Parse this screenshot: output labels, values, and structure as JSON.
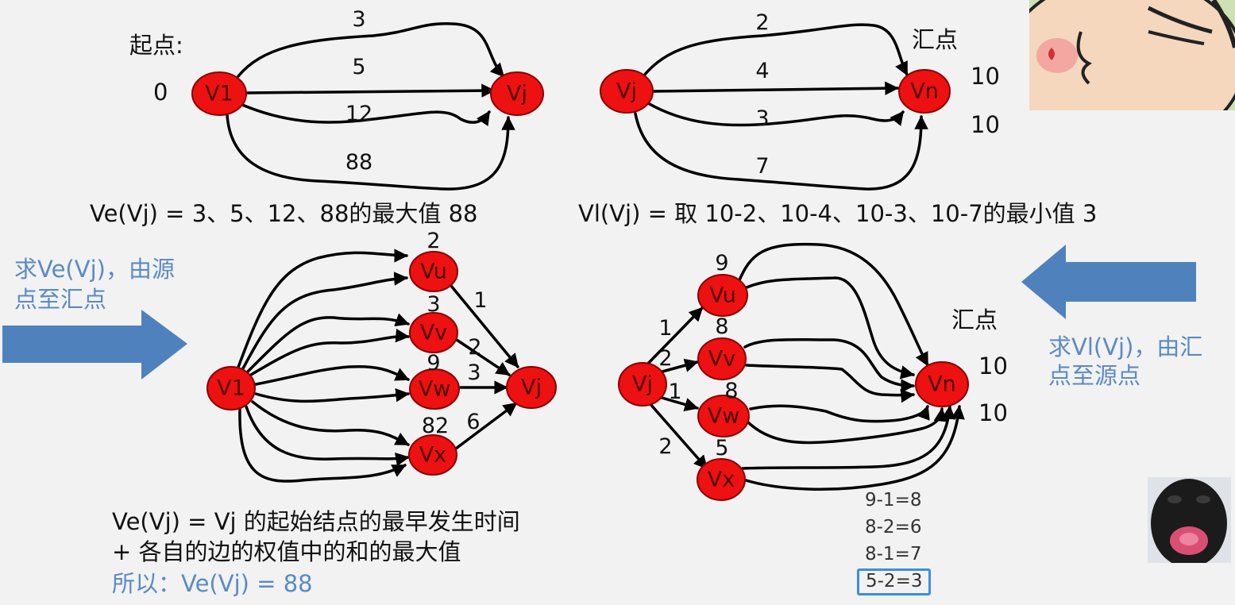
{
  "top_left": {
    "start_label": "起点:",
    "start_value": "0",
    "nodes": [
      "V1",
      "Vj"
    ],
    "weights": [
      "3",
      "5",
      "12",
      "88"
    ],
    "formula": "Ve(Vj) = 3、5、12、88的最大值 88"
  },
  "top_right": {
    "sink_label": "汇点",
    "sink_values": [
      "10",
      "10"
    ],
    "nodes": [
      "Vj",
      "Vn"
    ],
    "weights": [
      "2",
      "4",
      "3",
      "7"
    ],
    "formula": "Vl(Vj) = 取 10-2、10-4、10-3、10-7的最小值 3"
  },
  "left_note": {
    "line1": "求Ve(Vj)，由源",
    "line2": "点至汇点"
  },
  "right_note": {
    "line1": "求Vl(Vj)，由汇",
    "line2": "点至源点"
  },
  "bottom_left": {
    "nodes": [
      "V1",
      "Vu",
      "Vv",
      "Vw",
      "Vx",
      "Vj"
    ],
    "weights_in": [
      "2",
      "3",
      "9",
      "82"
    ],
    "weights_out": [
      "1",
      "2",
      "3",
      "6"
    ],
    "formula_line1": "Ve(Vj) = Vj 的起始结点的最早发生时间",
    "formula_line2": "+ 各自的边的权值中的和的最大值",
    "conclusion": "所以：Ve(Vj) = 88"
  },
  "bottom_right": {
    "sink_label": "汇点",
    "sink_values": [
      "10",
      "10"
    ],
    "nodes": [
      "Vj",
      "Vu",
      "Vv",
      "Vw",
      "Vx",
      "Vn"
    ],
    "weights_out": [
      "1",
      "2",
      "1",
      "2"
    ],
    "weights_mid": [
      "9",
      "8",
      "8",
      "5"
    ],
    "calcs": [
      "9-1=8",
      "8-2=6",
      "8-1=7",
      "5-2=3"
    ]
  },
  "colors": {
    "node": "#ee1111",
    "note_blue": "#5a8ac6",
    "arrow_blue": "#4f81bd",
    "highlight_box": "#3b8ee0"
  }
}
